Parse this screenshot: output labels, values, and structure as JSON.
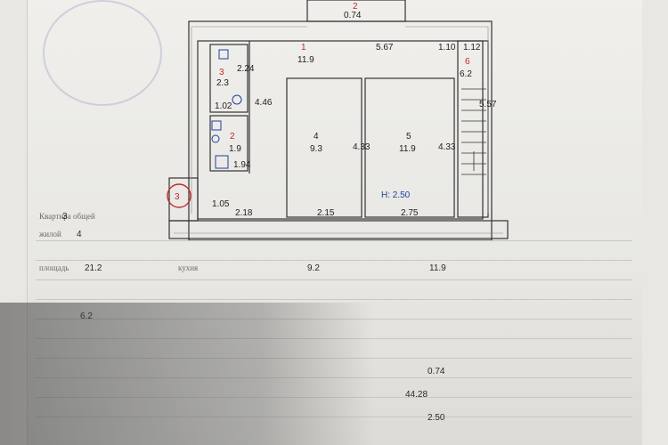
{
  "plan": {
    "corridor_top_number": "2",
    "corridor_top_dim": "0.74",
    "rooms": [
      {
        "number": "1",
        "area": "11.9"
      },
      {
        "number": "2",
        "area": "1.9"
      },
      {
        "number": "3",
        "area": "2.3"
      },
      {
        "number": "4",
        "area": "9.3"
      },
      {
        "number": "5",
        "area": "11.9"
      },
      {
        "number": "6",
        "area": "6.2"
      }
    ],
    "dims": {
      "top_span": "5.67",
      "d_110": "1.10",
      "d_112": "1.12",
      "d_224": "2.24",
      "d_446": "4.46",
      "d_102": "1.02",
      "d_194": "1.94",
      "d_433a": "4.33",
      "d_433b": "4.33",
      "d_557": "5.57",
      "d_105": "1.05",
      "b_218": "2.18",
      "b_215": "2.15",
      "b_275": "2.75"
    },
    "height_label": "H: 2.50",
    "circle_marker": "3"
  },
  "form_entries": [
    {
      "label": "Квартира общей",
      "value": "3"
    },
    {
      "label": "жилой",
      "value": "4"
    },
    {
      "label": "площадь",
      "value": "21.2"
    },
    {
      "label": "кухня",
      "value": "9.2"
    },
    {
      "label": "",
      "value": "11.9"
    },
    {
      "label": "",
      "value": "6.2"
    },
    {
      "label": "",
      "value": "0.74"
    },
    {
      "label": "",
      "value": "44.28"
    },
    {
      "label": "",
      "value": "2.50"
    }
  ]
}
